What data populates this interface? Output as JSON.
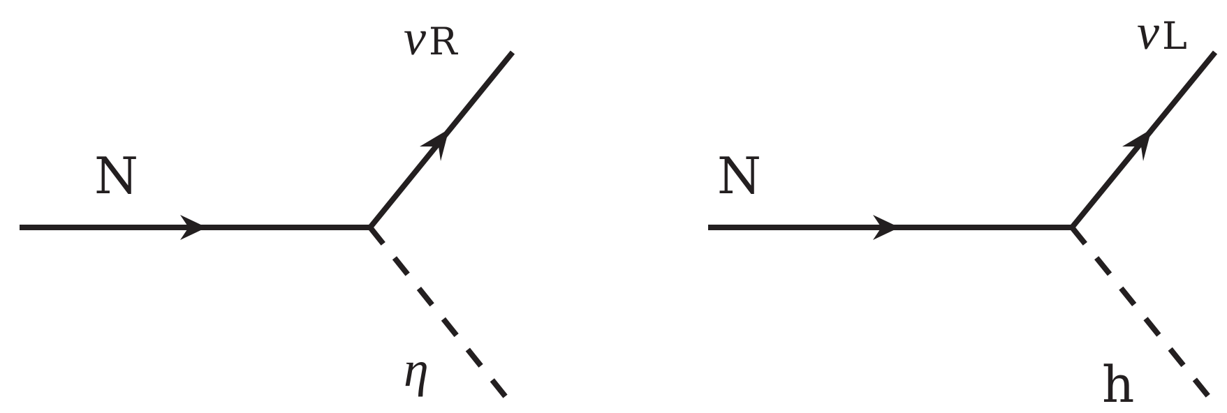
{
  "diagrams": [
    {
      "incoming_label": "N",
      "outgoing_fermion": {
        "symbol": "ν",
        "subscript": "R"
      },
      "outgoing_scalar": "η"
    },
    {
      "incoming_label": "N",
      "outgoing_fermion": {
        "symbol": "ν",
        "subscript": "L"
      },
      "outgoing_scalar": "h"
    }
  ],
  "colors": {
    "ink": "#231f20",
    "background": "#ffffff"
  }
}
